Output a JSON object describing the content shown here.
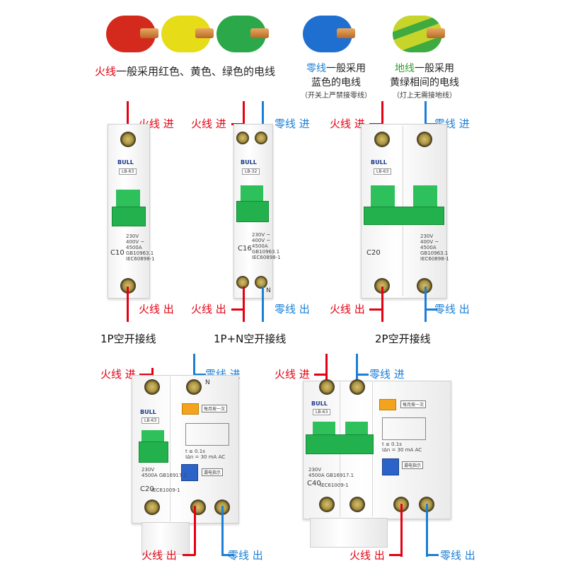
{
  "wires": {
    "red_color": "#d42a1e",
    "yellow_color": "#e6dc18",
    "green_color": "#2aa84a",
    "blue_color": "#1f6fd1",
    "yg_color": "#c7d42a"
  },
  "legend": {
    "live_word": "火线",
    "live_rest": "一般采用红色、黄色、绿色的电线",
    "neutral_word": "零线",
    "neutral_rest1": "一般采用",
    "neutral_rest2": "蓝色的电线",
    "neutral_note": "（开关上严禁接零线）",
    "ground_word": "地线",
    "ground_rest1": "一般采用",
    "ground_rest2": "黄绿相间的电线",
    "ground_note": "（灯上无需接地线）"
  },
  "labels": {
    "live_in": "火线 进",
    "live_out": "火线 出",
    "neutral_in": "零线 进",
    "neutral_out": "零线 出",
    "n_mark": "N"
  },
  "captions": {
    "p1": "1P空开接线",
    "p1n": "1P+N空开接线",
    "p2": "2P空开接线"
  },
  "breakers": {
    "brand": "BULL",
    "b1": {
      "model": "LB-63",
      "rating": "C10",
      "spec": [
        "230V",
        "400V ~",
        "4500A",
        "GB10963.1",
        "IEC60898-1"
      ]
    },
    "b2": {
      "model": "LB-32",
      "rating": "C16",
      "spec": [
        "230V ~",
        "400V ~",
        "4500A",
        "GB10963.1",
        "IEC60898-1"
      ]
    },
    "b3": {
      "model": "LB-63",
      "rating": "C20",
      "spec": [
        "230V",
        "400V ~",
        "4500A",
        "GB10963.1",
        "IEC60898-1"
      ]
    },
    "b4": {
      "model": "LB-63",
      "rating": "C20",
      "spec": [
        "230V",
        "4500A",
        "GB16917.1",
        "IEC61009-1"
      ],
      "test_tag": "每月按一次",
      "leak_tag": "漏电指示",
      "trip": "t ≤ 0.1s",
      "ian": "IΔn = 30 mA",
      "ac": "AC"
    },
    "b5": {
      "model": "LB-63",
      "rating": "C40",
      "spec": [
        "230V",
        "4500A",
        "GB16917.1",
        "IEC61009-1"
      ],
      "test_tag": "每月按一次",
      "leak_tag": "漏电指示",
      "trip": "t ≤ 0.1s",
      "ian": "IΔn = 30 mA",
      "ac": "AC"
    }
  }
}
